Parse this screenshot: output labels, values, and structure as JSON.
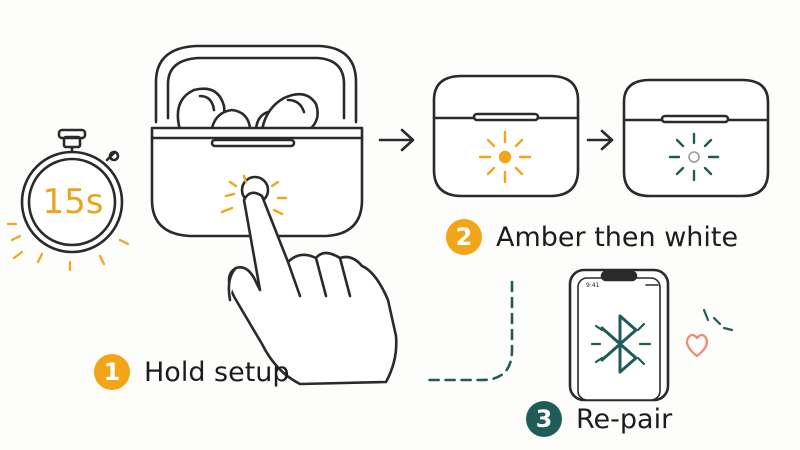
{
  "timer": {
    "text": "15s"
  },
  "phone": {
    "status_time": "9:41"
  },
  "steps": [
    {
      "number": "1",
      "label": "Hold setup",
      "color": "#f2a516"
    },
    {
      "number": "2",
      "label": "Amber then white",
      "color": "#f2a516"
    },
    {
      "number": "3",
      "label": "Re-pair",
      "color": "#1f5c57"
    }
  ],
  "colors": {
    "amber": "#f2a516",
    "teal": "#1f5c57",
    "heart": "#f08a6a",
    "ink": "#2a2a2a"
  },
  "icons": [
    "stopwatch-icon",
    "airpods-case-icon",
    "finger-hand-icon",
    "arrow-right-icon",
    "status-light-icon",
    "phone-icon",
    "bluetooth-icon",
    "heart-icon"
  ]
}
